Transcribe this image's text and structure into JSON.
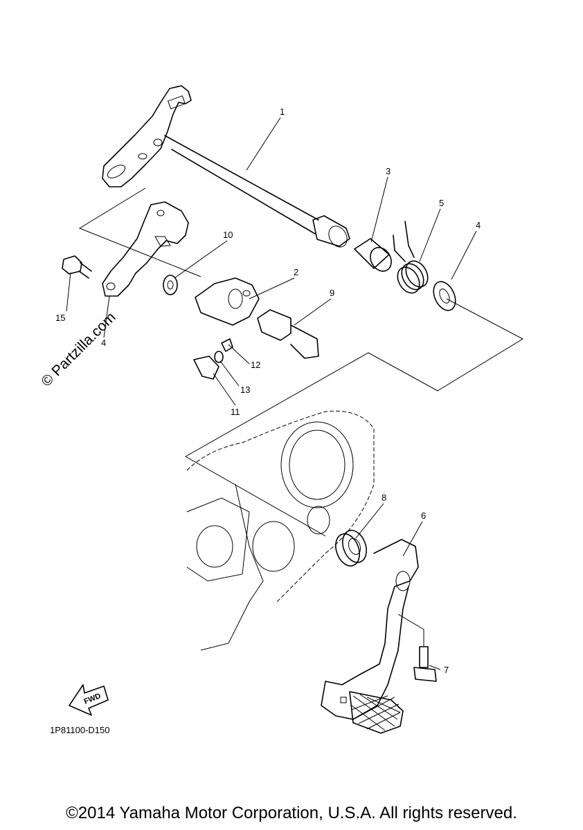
{
  "callouts": [
    {
      "id": "1",
      "text": "1"
    },
    {
      "id": "2",
      "text": "2"
    },
    {
      "id": "3",
      "text": "3"
    },
    {
      "id": "4",
      "text": "4"
    },
    {
      "id": "4b",
      "text": "4"
    },
    {
      "id": "5",
      "text": "5"
    },
    {
      "id": "6",
      "text": "6"
    },
    {
      "id": "7",
      "text": "7"
    },
    {
      "id": "8",
      "text": "8"
    },
    {
      "id": "9",
      "text": "9"
    },
    {
      "id": "10",
      "text": "10"
    },
    {
      "id": "11",
      "text": "11"
    },
    {
      "id": "12",
      "text": "12"
    },
    {
      "id": "13",
      "text": "13"
    },
    {
      "id": "15",
      "text": "15"
    }
  ],
  "watermark": "© Partzilla.com",
  "fwd_label": "FWD",
  "diagram_code": "1P81100-D150",
  "copyright": "©2014 Yamaha Motor Corporation, U.S.A. All rights reserved."
}
